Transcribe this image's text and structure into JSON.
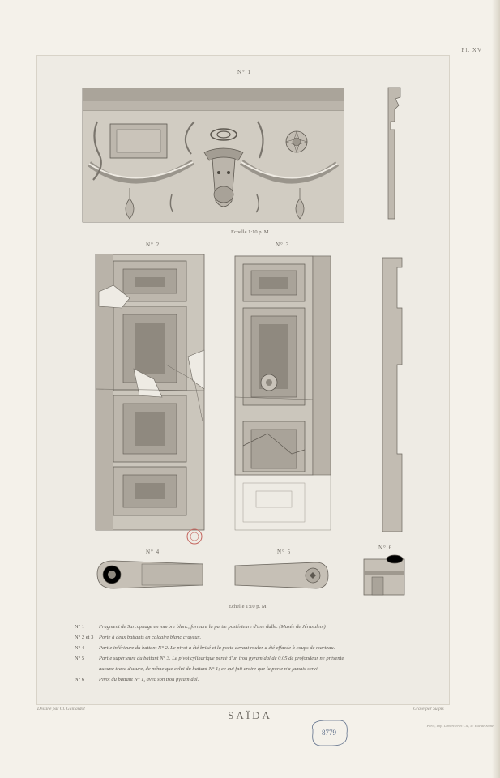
{
  "plate_number": "Pl. XV",
  "figures": {
    "fig1": "N° 1",
    "fig2": "N° 2",
    "fig3": "N° 3",
    "fig4a": "N° 4",
    "fig4b": "N° 5",
    "fig6": "N° 6"
  },
  "scales": {
    "upper": "Echelle 1:10 p. M.",
    "lower": "Echelle 1:10 p. M."
  },
  "legend": [
    {
      "num": "N° 1",
      "text": "Fragment de Sarcophage en marbre blanc, formant la partie postérieure d'une dalle. (Musée de Jérusalem)"
    },
    {
      "num": "N° 2 et 3",
      "text": "Porte à deux battants en calcaire blanc crayeux."
    },
    {
      "num": "N° 4",
      "text": "Partie inférieure du battant N° 2. Le pivot a été brisé et la porte devant rouler a été effacée à coups de marteau."
    },
    {
      "num": "N° 5",
      "text": "Partie supérieure du battant N° 3. Le pivot cylindrique percé d'un trou pyramidal de 0,05 de profondeur ne présente"
    },
    {
      "num": "",
      "text": "aucune trace d'usure, de même que celui du battant N° 1; ce qui fait croire que la porte n'a jamais servi."
    },
    {
      "num": "N° 6",
      "text": "Pivot du battant N° 1, avec son trou pyramidal."
    }
  ],
  "credits": {
    "left": "Dessiné par Cl. Gaillardot",
    "right": "Gravé par Sulpis"
  },
  "title": "SAÏDA",
  "printer": "Paris, Imp. Lemercier et Cie, 57 Rue de Seine",
  "stamp_text": "8779",
  "colors": {
    "paper": "#f4f1ea",
    "plate": "#eeebe4",
    "stone": "#c9c4ba",
    "ink": "#3a3733"
  }
}
